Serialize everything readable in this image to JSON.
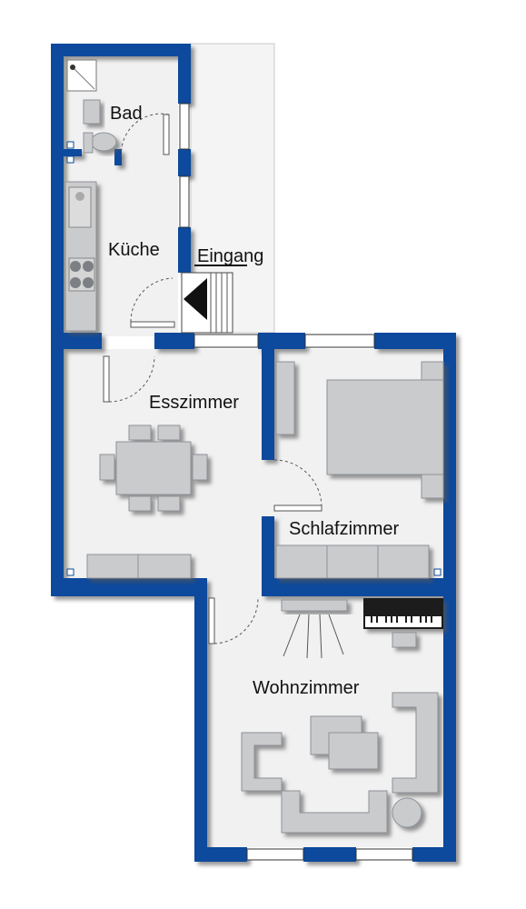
{
  "rooms": {
    "bad": "Bad",
    "kueche": "Küche",
    "eingang": "Eingang",
    "esszimmer": "Esszimmer",
    "schlafzimmer": "Schlafzimmer",
    "wohnzimmer": "Wohnzimmer"
  },
  "colors": {
    "wall": "#0b4a9c",
    "floor": "#f1f1f1",
    "furniture": "#c9cbcd"
  }
}
